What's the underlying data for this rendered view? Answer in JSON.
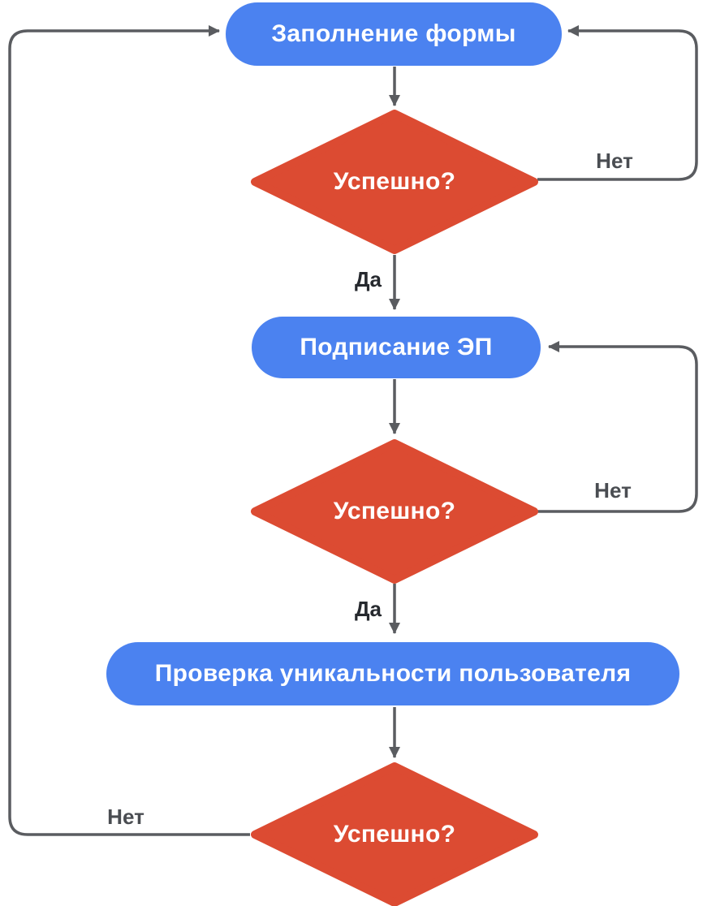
{
  "diagram": {
    "type": "flowchart",
    "language": "ru",
    "nodes": [
      {
        "id": "fill-form",
        "type": "process",
        "label": "Заполнение формы"
      },
      {
        "id": "success-1",
        "type": "decision",
        "label": "Успешно?"
      },
      {
        "id": "sign-ep",
        "type": "process",
        "label": "Подписание ЭП"
      },
      {
        "id": "success-2",
        "type": "decision",
        "label": "Успешно?"
      },
      {
        "id": "check-unique",
        "type": "process",
        "label": "Проверка уникальности пользователя"
      },
      {
        "id": "success-3",
        "type": "decision",
        "label": "Успешно?"
      }
    ],
    "edges": [
      {
        "from": "fill-form",
        "to": "success-1",
        "label": ""
      },
      {
        "from": "success-1",
        "to": "sign-ep",
        "label": "Да"
      },
      {
        "from": "success-1",
        "to": "fill-form",
        "label": "Нет"
      },
      {
        "from": "sign-ep",
        "to": "success-2",
        "label": ""
      },
      {
        "from": "success-2",
        "to": "check-unique",
        "label": "Да"
      },
      {
        "from": "success-2",
        "to": "sign-ep",
        "label": "Нет"
      },
      {
        "from": "check-unique",
        "to": "success-3",
        "label": ""
      },
      {
        "from": "success-3",
        "to": "fill-form",
        "label": "Нет"
      }
    ],
    "colors": {
      "process_fill": "#4B82F0",
      "decision_fill": "#DC4B32",
      "connector": "#5A5C60",
      "node_text": "#FFFFFF",
      "yes_label_text": "#26292E",
      "no_label_text": "#4A4D52"
    }
  }
}
